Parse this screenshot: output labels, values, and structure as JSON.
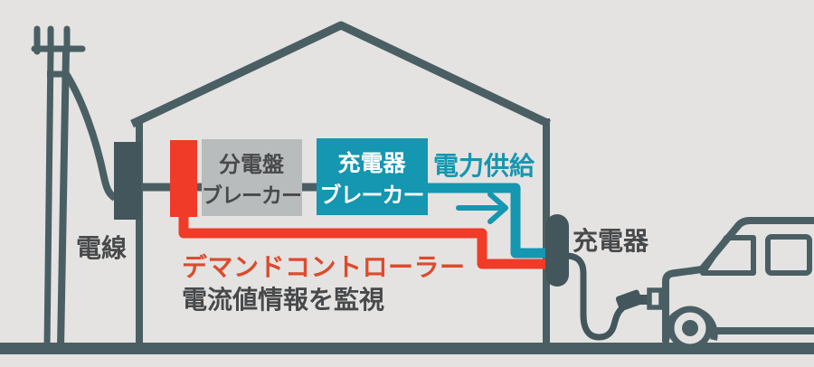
{
  "colors": {
    "background": "#e4e3e1",
    "slate": "#4a5f63",
    "slate_dark": "#42565c",
    "red": "#ef3b28",
    "red_text": "#dc4b2d",
    "teal": "#1596b1",
    "gray_box": "#b9bcbc",
    "dark_text": "#47494b",
    "white": "#ffffff"
  },
  "labels": {
    "power_line": "電線",
    "distribution_breaker_line1": "分電盤",
    "distribution_breaker_line2": "ブレーカー",
    "charger_breaker_line1": "充電器",
    "charger_breaker_line2": "ブレーカー",
    "power_supply": "電力供給",
    "demand_controller": "デマンドコントローラー",
    "current_monitor": "電流値情報を監視",
    "charger": "充電器"
  }
}
